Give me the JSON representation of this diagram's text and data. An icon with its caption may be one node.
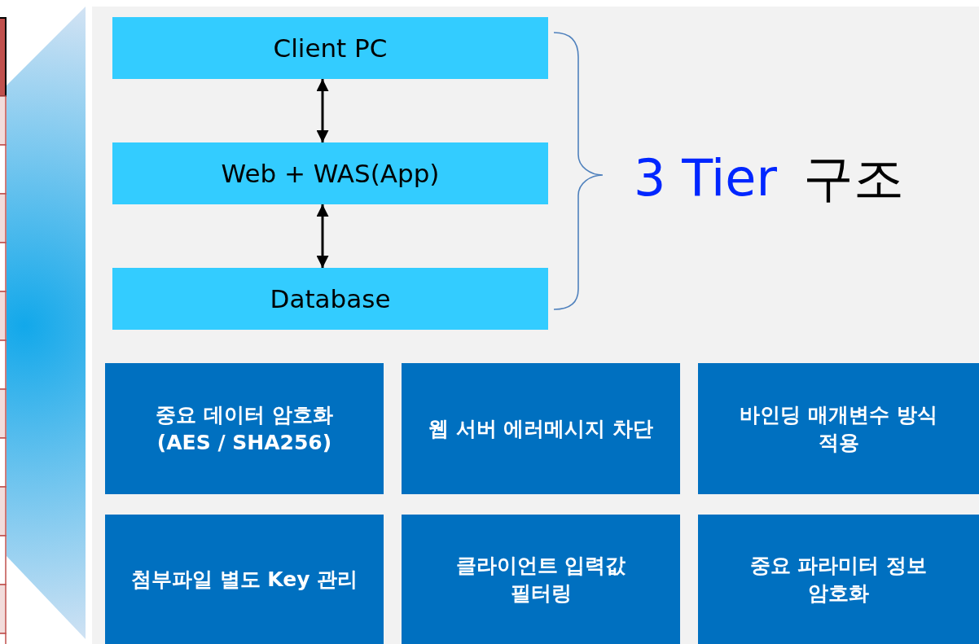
{
  "diagram": {
    "nodes": [
      {
        "text": [
          "Client PC"
        ]
      },
      {
        "text": [
          "Web + WAS(App)"
        ]
      },
      {
        "text": [
          "Database"
        ]
      },
      {
        "text": [
          "중요 데이터 암호화 (AES / SHA256)"
        ]
      },
      {
        "text": [
          "웹 서버 에러메시지 차단"
        ]
      },
      {
        "text": [
          "바인딩 매개변수 방식 적용"
        ]
      },
      {
        "text": [
          "첨부파일 별도 Key 관리"
        ]
      },
      {
        "text": [
          "클라이언트 입력값 필터링"
        ]
      },
      {
        "text": [
          "중요 파라미터 정보 암호화"
        ]
      }
    ],
    "edges": [
      {
        "from": 0,
        "to": 1,
        "arrow": "both"
      },
      {
        "from": 1,
        "to": 2,
        "arrow": "both"
      }
    ],
    "labels": [
      "3 Tier",
      "구조"
    ]
  }
}
